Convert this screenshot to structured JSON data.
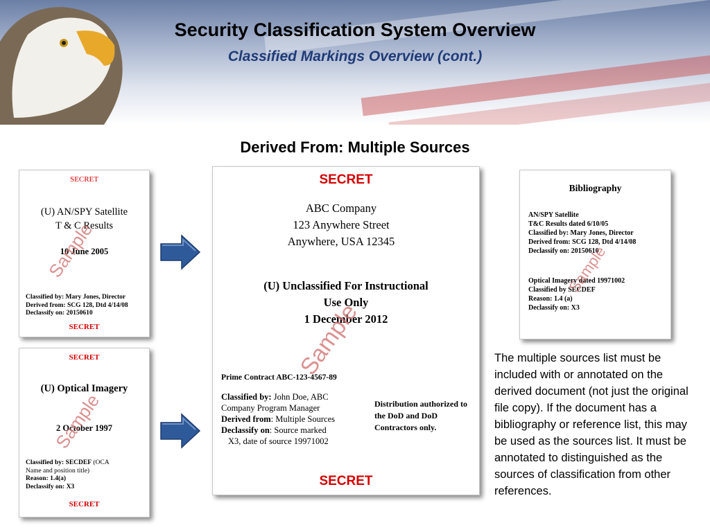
{
  "header": {
    "title": "Security Classification System Overview",
    "subtitle": "Classified Markings Overview (cont.)"
  },
  "section_heading": "Derived From: Multiple Sources",
  "watermark_text": "Sample",
  "source1": {
    "marking_top": "SECRET",
    "title_line1": "(U) AN/SPY Satellite",
    "title_line2": "T & C Results",
    "date": "10 June 2005",
    "classified_by": "Classified by:  Mary Jones, Director",
    "derived_from": "Derived from:  SCG 128, Dtd 4/14/08",
    "declassify_on": "Declassify on: 20150610",
    "marking_bottom": "SECRET"
  },
  "source2": {
    "marking_top": "SECRET",
    "title": "(U) Optical Imagery",
    "date": "2 October 1997",
    "classified_by_label": "Classified by: SECDEF",
    "classified_by_value": " (OCA",
    "classified_by_value2": "Name and position title)",
    "reason": "Reason:  1.4(a)",
    "declassify_on": "Declassify on: X3",
    "marking_bottom": "SECRET"
  },
  "derived": {
    "marking_top": "SECRET",
    "company": "ABC Company",
    "street": "123 Anywhere Street",
    "city": "Anywhere, USA 12345",
    "title_line1": "(U) Unclassified For Instructional",
    "title_line2": "Use Only",
    "date": "1 December 2012",
    "contract": "Prime Contract ABC-123-4567-89",
    "classified_by_label": "Classified by:",
    "classified_by_value": " John Doe, ABC",
    "classified_by_value2": "Company Program Manager",
    "derived_from_label": "Derived from",
    "derived_from_value": ": Multiple Sources",
    "declassify_label": "Declassify on",
    "declassify_value": ": Source marked",
    "declassify_value2": "X3, date of source 19971002",
    "distribution": "Distribution authorized to the DoD and DoD Contractors only.",
    "marking_bottom": "SECRET"
  },
  "bibliography": {
    "heading": "Bibliography",
    "entry1": [
      "AN/SPY Satellite",
      "T&C Results dated 6/10/05",
      "Classified by:  Mary Jones, Director",
      "Derived from:  SCG 128, Dtd 4/14/08",
      "Declassify on: 20150610"
    ],
    "entry2": [
      "Optical Imagery dated 19971002",
      "Classified by SECDEF",
      "Reason:  1.4 (a)",
      "Declassify on: X3"
    ]
  },
  "note": "The multiple sources list must be included with or annotated on the derived document (not just the original file copy).  If the document has a bibliography or reference list, this may be used as the sources list.  It must be annotated to distinguished as the sources of classification from other references.",
  "colors": {
    "marking_red": "#d40000",
    "subtitle_blue": "#1f3b78",
    "arrow_blue": "#2f5a9a"
  }
}
